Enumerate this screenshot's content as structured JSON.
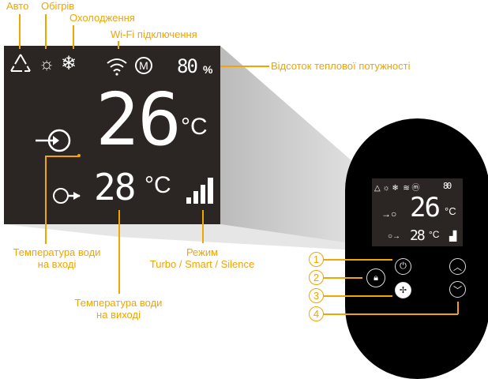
{
  "labels": {
    "auto": "Авто",
    "heating": "Обігрів",
    "cooling": "Охолодження",
    "wifi": "Wi-Fi підключення",
    "power_percent": "Відсоток теплової потужності",
    "inlet_line1": "Температура води",
    "inlet_line2": "на вході",
    "mode_line1": "Режим",
    "mode_line2": "Turbo / Smart / Silence",
    "outlet_line1": "Температура води",
    "outlet_line2": "на виході"
  },
  "display": {
    "percent": "80",
    "percent_unit": "%",
    "main_temp": "26",
    "main_unit": "°C",
    "outlet_temp": "28",
    "outlet_unit": "°C",
    "mode_letter": "M"
  },
  "callouts": [
    "1",
    "2",
    "3",
    "4"
  ],
  "colors": {
    "accent": "#f0a500",
    "display_bg": "#2b2523"
  }
}
